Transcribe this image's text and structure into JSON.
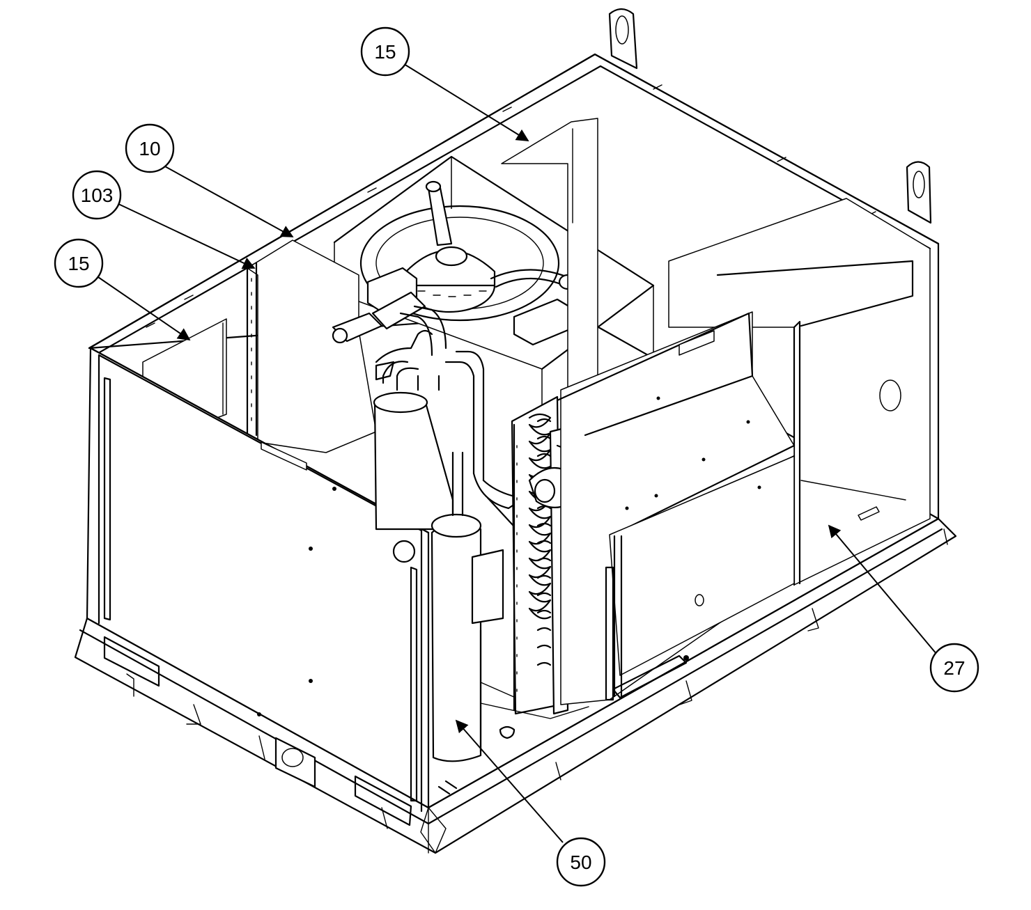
{
  "callouts": [
    {
      "id": "c1",
      "label": "15"
    },
    {
      "id": "c2",
      "label": "10"
    },
    {
      "id": "c3",
      "label": "103"
    },
    {
      "id": "c4",
      "label": "15"
    },
    {
      "id": "c5",
      "label": "27"
    },
    {
      "id": "c6",
      "label": "50"
    }
  ]
}
